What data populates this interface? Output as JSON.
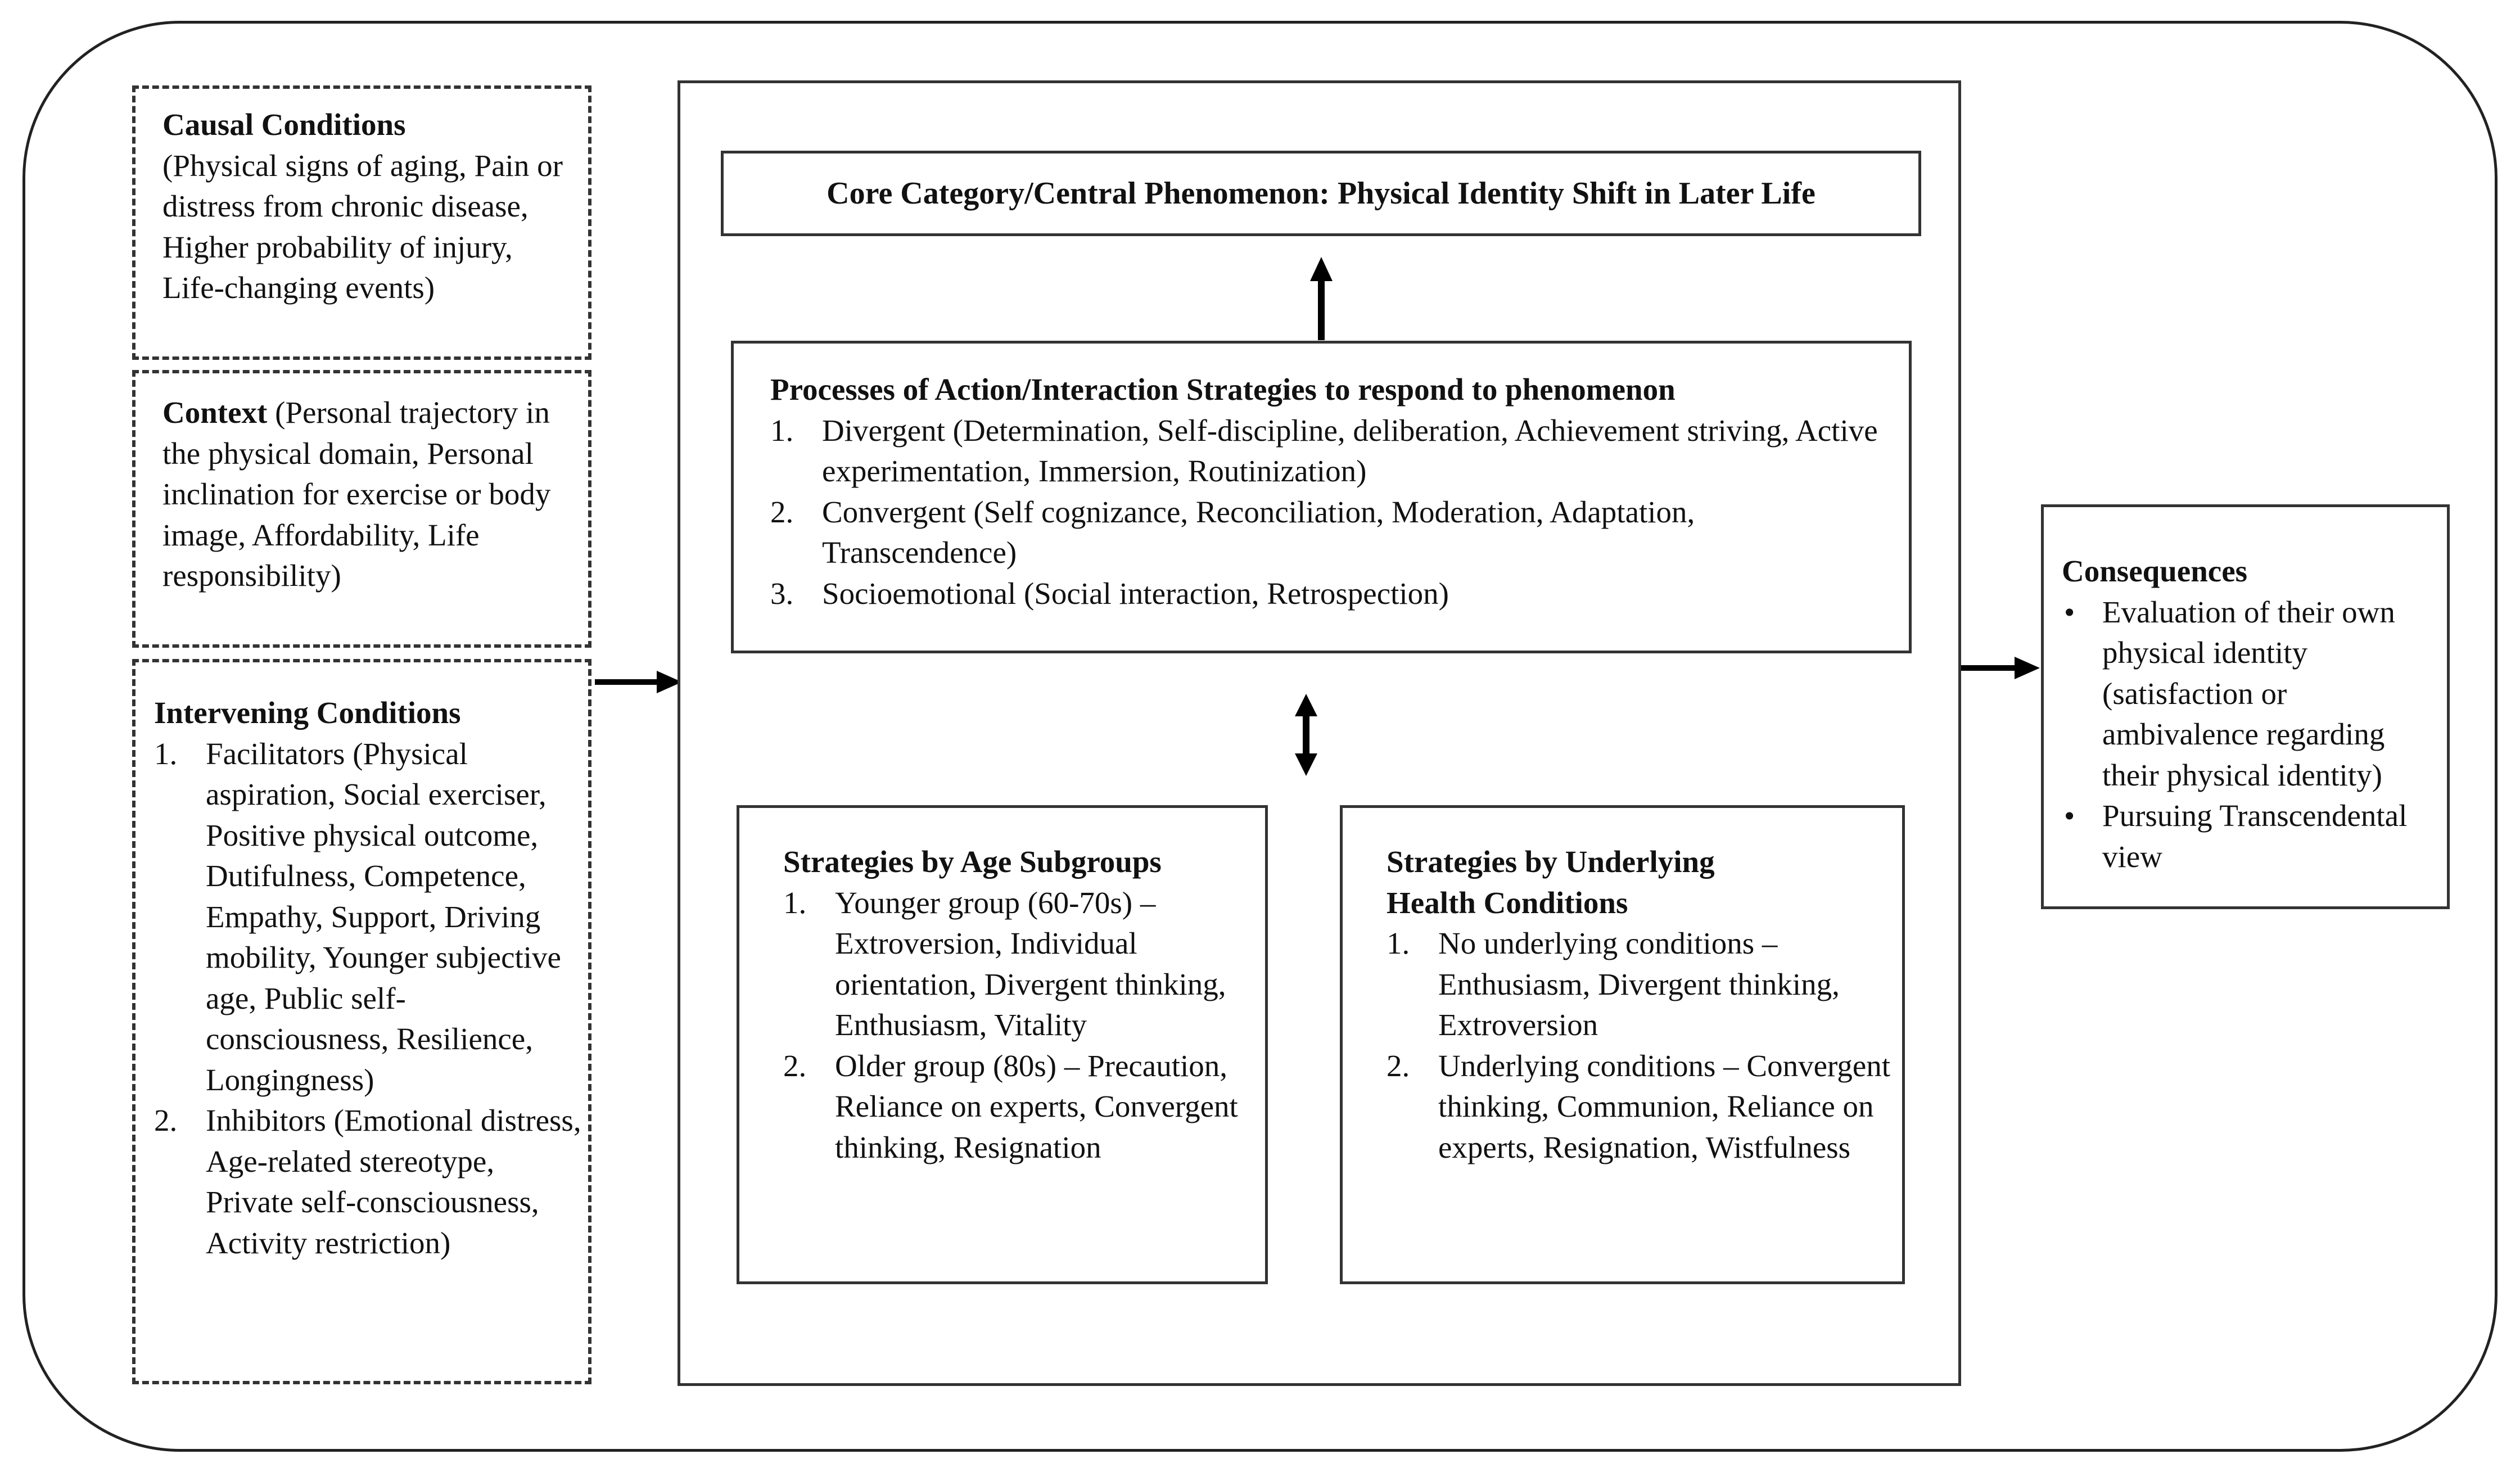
{
  "causal": {
    "title": "Causal Conditions",
    "body": "(Physical signs of aging, Pain or distress from chronic disease, Higher probability of injury, Life-changing events)"
  },
  "context": {
    "title": "Context",
    "body": " (Personal trajectory in the physical domain, Personal inclination for exercise or body image, Affordability, Life responsibility)"
  },
  "intervening": {
    "title": "Intervening Conditions",
    "items": [
      {
        "num": "1.",
        "text": "Facilitators (Physical aspiration, Social exerciser, Positive physical outcome, Dutifulness, Competence, Empathy, Support, Driving mobility, Younger subjective age, Public self-consciousness, Resilience, Longingness)"
      },
      {
        "num": "2.",
        "text": "Inhibitors (Emotional distress, Age-related stereotype, Private self-consciousness, Activity restriction)"
      }
    ]
  },
  "core": {
    "title": "Core Category/Central Phenomenon: Physical Identity Shift in Later Life"
  },
  "processes": {
    "title": "Processes of Action/Interaction Strategies to respond to phenomenon",
    "items": [
      {
        "num": "1.",
        "text": "Divergent (Determination, Self-discipline, deliberation, Achievement striving, Active experimentation, Immersion, Routinization)"
      },
      {
        "num": "2.",
        "text": "Convergent (Self cognizance, Reconciliation, Moderation, Adaptation, Transcendence)"
      },
      {
        "num": "3.",
        "text": "Socioemotional (Social interaction, Retrospection)"
      }
    ]
  },
  "age": {
    "title": "Strategies by Age Subgroups",
    "items": [
      {
        "num": "1.",
        "text": "Younger group (60-70s) – Extroversion, Individual orientation, Divergent thinking, Enthusiasm, Vitality"
      },
      {
        "num": "2.",
        "text": "Older group (80s) – Precaution, Reliance on experts, Convergent thinking, Resignation"
      }
    ]
  },
  "health": {
    "title": "Strategies by Underlying Health Conditions",
    "items": [
      {
        "num": "1.",
        "text": "No underlying conditions – Enthusiasm, Divergent thinking, Extroversion"
      },
      {
        "num": "2.",
        "text": "Underlying conditions – Convergent thinking, Communion, Reliance on experts, Resignation, Wistfulness"
      }
    ]
  },
  "consequences": {
    "title": "Consequences",
    "bullet": "•",
    "items": [
      "Evaluation of their own physical identity (satisfaction or ambivalence regarding their physical identity)",
      "Pursuing Transcendental view"
    ]
  }
}
